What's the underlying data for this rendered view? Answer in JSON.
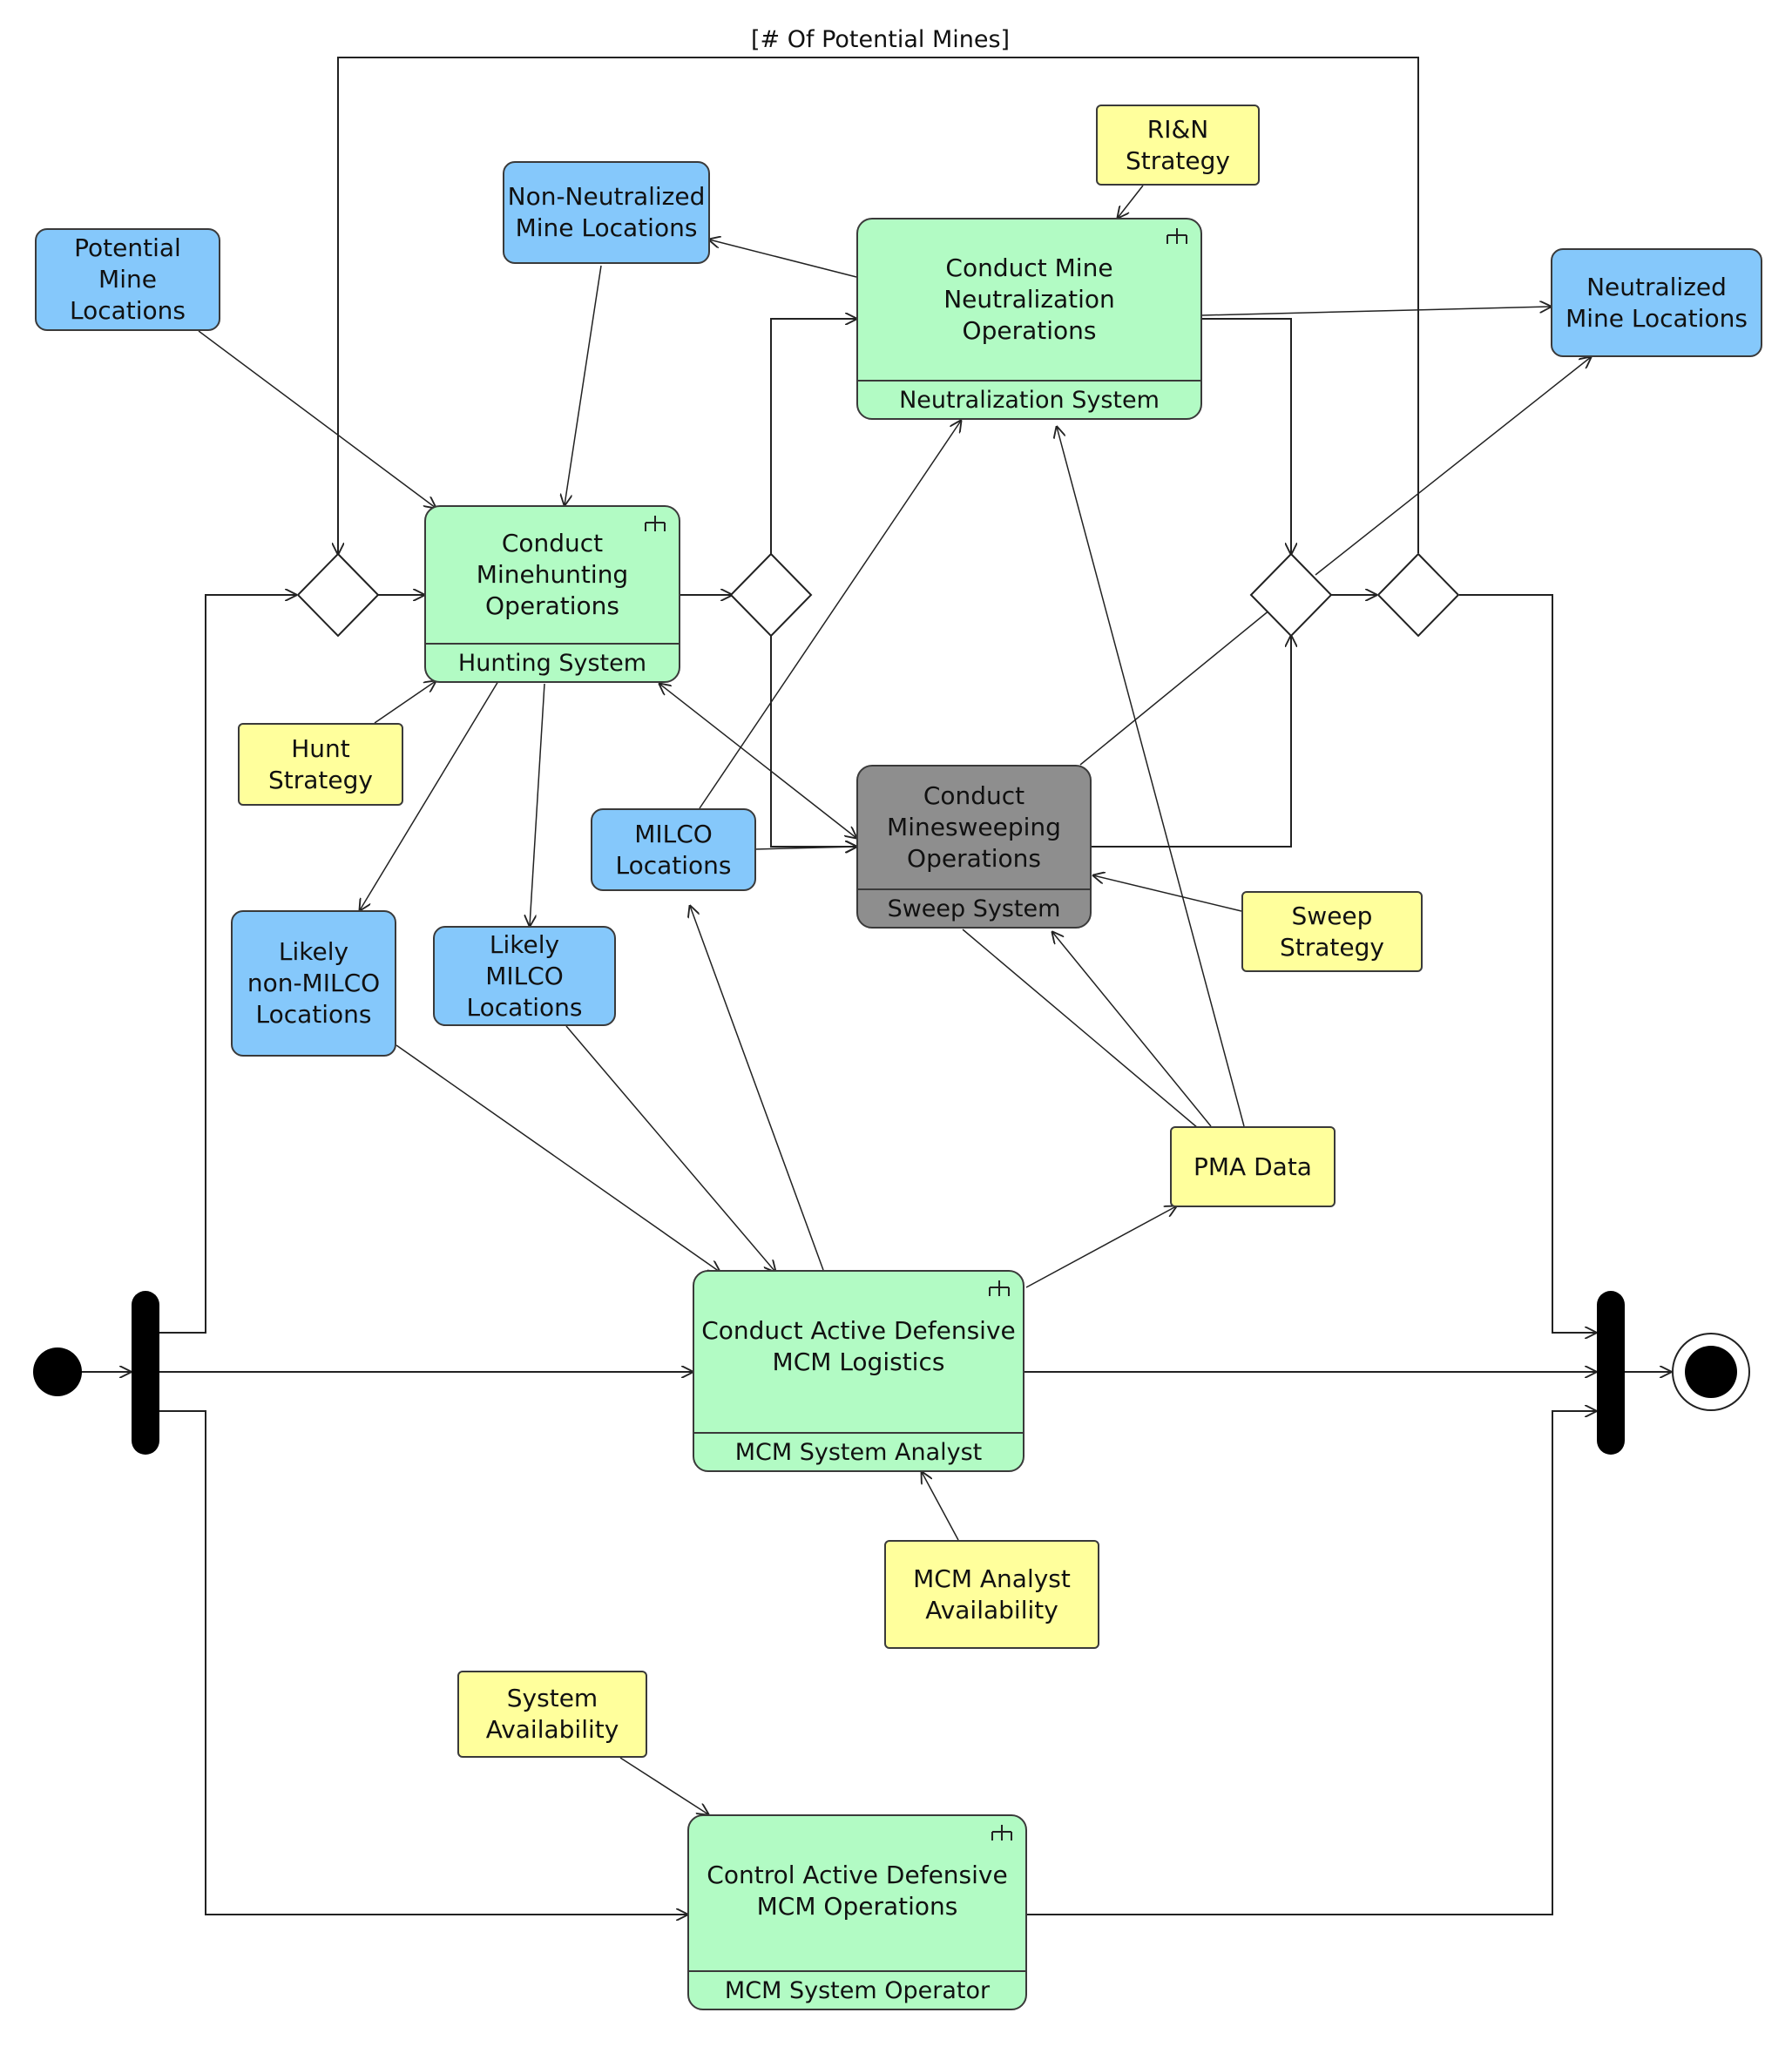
{
  "guard": "[# Of Potential Mines]",
  "objects": {
    "potential_mine": "Potential\nMine\nLocations",
    "non_neutralized": "Non-Neutralized\nMine Locations",
    "neutralized": "Neutralized\nMine Locations",
    "milco": "MILCO\nLocations",
    "likely_non_milco": "Likely\nnon-MILCO\nLocations",
    "likely_milco": "Likely\nMILCO\nLocations",
    "rin_strategy": "RI&N\nStrategy",
    "hunt_strategy": "Hunt\nStrategy",
    "sweep_strategy": "Sweep\nStrategy",
    "pma_data": "PMA Data",
    "analyst_availability": "MCM Analyst\nAvailability",
    "system_availability": "System\nAvailability"
  },
  "actions": {
    "neutralization": {
      "name": "Conduct Mine Neutralization\nOperations",
      "partition": "Neutralization System"
    },
    "minehunting": {
      "name": "Conduct Minehunting\nOperations",
      "partition": "Hunting System"
    },
    "minesweeping": {
      "name": "Conduct\nMinesweeping\nOperations",
      "partition": "Sweep System"
    },
    "logistics": {
      "name": "Conduct Active Defensive\nMCM Logistics",
      "partition": "MCM System Analyst"
    },
    "control": {
      "name": "Control Active Defensive\nMCM Operations",
      "partition": "MCM System Operator"
    }
  },
  "colors": {
    "action_fill": "#b2fbc4",
    "sweep_fill": "#8e8e8e",
    "object_blue": "#85c8fb",
    "object_yellow": "#ffff9c"
  }
}
